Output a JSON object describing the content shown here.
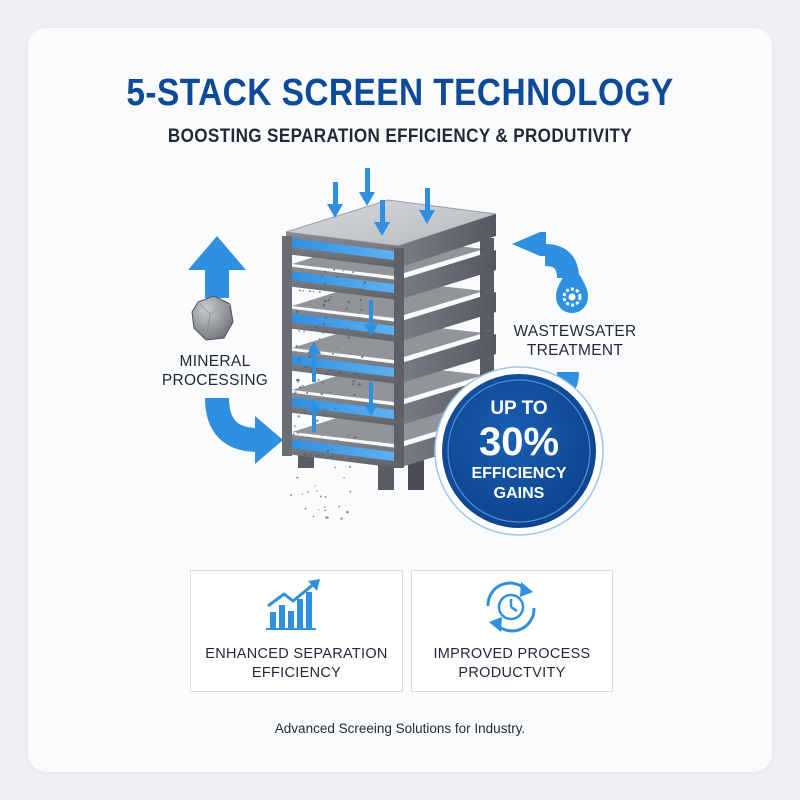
{
  "header": {
    "title": "5-STACK SCREEN TECHNOLOGY",
    "subtitle": "BOOSTING SEPARATION EFFICIENCY & PRODUTIVITY"
  },
  "left_application": {
    "line1": "MINERAL",
    "line2": "PROCESSING",
    "icon": "ore-rock-icon"
  },
  "right_application": {
    "line1": "WASTEWSATER",
    "line2": "TREATMENT",
    "icon": "water-drop-gear-icon"
  },
  "badge": {
    "line1": "UP TO",
    "value": "30%",
    "line3": "EFFICIENCY",
    "line4": "GAINS"
  },
  "features": [
    {
      "icon": "bar-chart-growth-icon",
      "line1": "ENHANCED SEPARATION",
      "line2": "EFFICIENCY"
    },
    {
      "icon": "clock-cycle-icon",
      "line1": "IMPROVED PROCESS",
      "line2": "PRODUCTVITY"
    }
  ],
  "footer": "Advanced Screeing Solutions for Industry.",
  "colors": {
    "brand_blue": "#0d4a98",
    "accent_blue": "#2f8fe0",
    "steel": "#7a7e84",
    "text": "#1f2a36"
  }
}
